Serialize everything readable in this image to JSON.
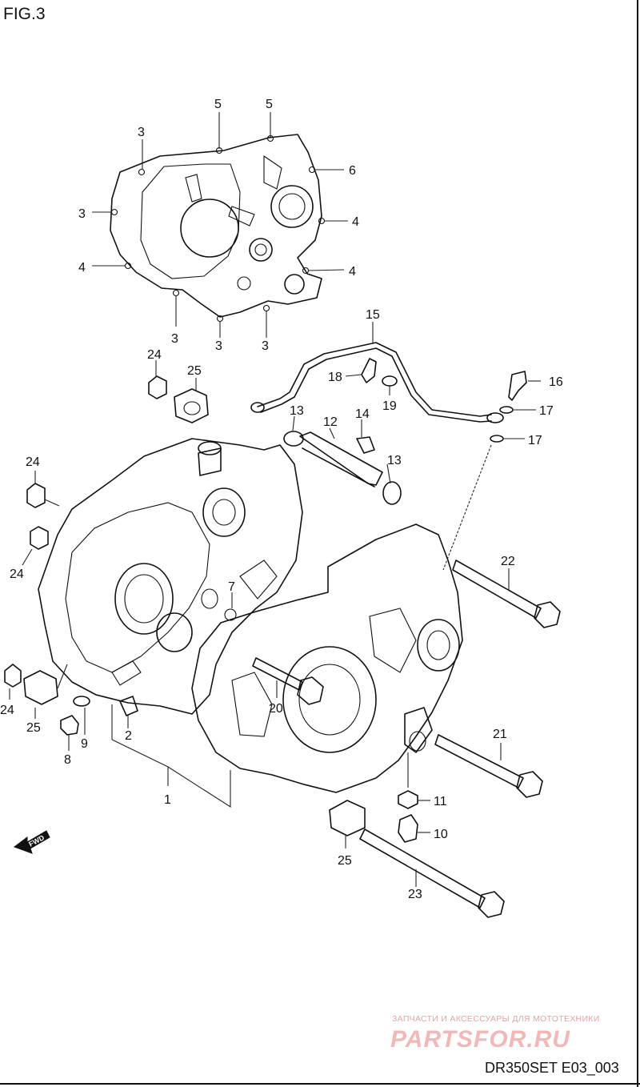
{
  "figure_label": "FIG.3",
  "diagram_code": "DR350SET E03_003",
  "fwd_label": "FWD",
  "watermark": {
    "line1": "ЗАПЧАСТИ И АКСЕССУАРЫ ДЛЯ МОТОТЕХНИКИ",
    "brand": "PARTSFOR.RU"
  },
  "callouts": [
    "5",
    "5",
    "3",
    "6",
    "3",
    "4",
    "4",
    "4",
    "3",
    "3",
    "3",
    "15",
    "24",
    "25",
    "18",
    "19",
    "16",
    "17",
    "17",
    "13",
    "12",
    "14",
    "13",
    "24",
    "24",
    "7",
    "22",
    "20",
    "24",
    "25",
    "2",
    "9",
    "8",
    "1",
    "21",
    "11",
    "10",
    "25",
    "23"
  ]
}
